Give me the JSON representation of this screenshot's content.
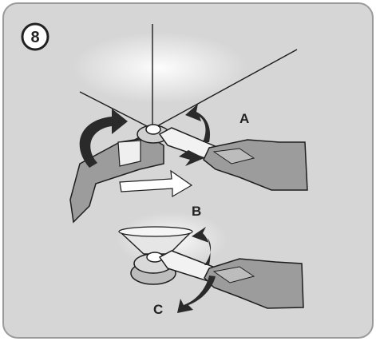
{
  "figure": {
    "step_number": "8",
    "labels": {
      "a": "A",
      "b": "B",
      "c": "C"
    }
  },
  "colors": {
    "panel_bg": "#d6d6d6",
    "panel_border": "#9a9a9a",
    "hand_fill": "#9c9c9c",
    "arrow_fill": "#2a2a2a",
    "line": "#1e1e1e",
    "wrench_fill": "#f2f2f2",
    "highlight": "#ffffff"
  }
}
